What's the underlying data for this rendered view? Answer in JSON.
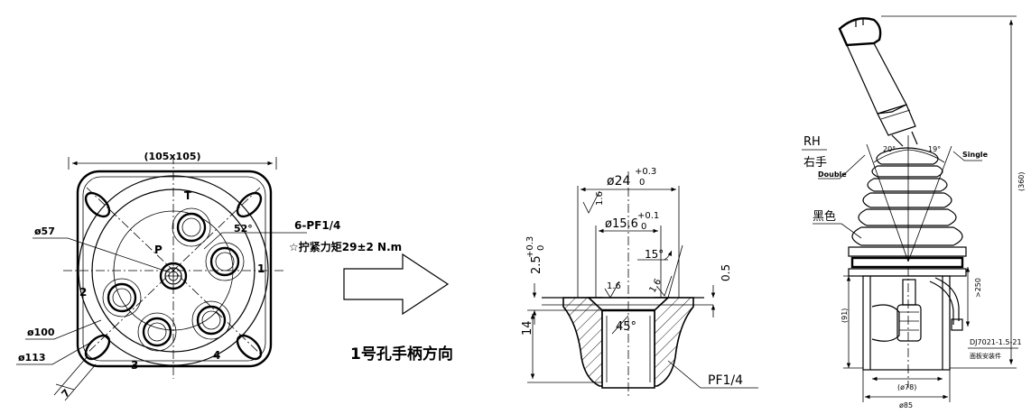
{
  "left_view": {
    "overall_size": "(105x105)",
    "dia_57": "ø57",
    "dia_100": "ø100",
    "dia_113": "ø113",
    "port_T": "T",
    "port_P": "P",
    "port_1": "1",
    "port_2": "2",
    "port_3": "3",
    "port_4": "4",
    "angle_52": "52°",
    "dim_7": "7",
    "port_spec": "6-PF1/4",
    "torque_note": "☆拧紧力矩29±2 N.m"
  },
  "middle": {
    "direction_note": "1号孔手柄方向"
  },
  "section_view": {
    "dia_24": "ø24",
    "dia_24_upper_tol": "+0.3",
    "dia_24_lower_tol": "0",
    "roughness_a": "1.6",
    "dia_15_6": "ø15.6",
    "dia_15_6_upper_tol": "+0.1",
    "dia_15_6_lower_tol": "0",
    "angle_15": "15°",
    "roughness_b": "1.6",
    "roughness_c": "1.6",
    "dim_0_5": "0.5",
    "dim_2_5": "2.5",
    "dim_2_5_upper_tol": "+0.3",
    "dim_2_5_lower_tol": "0",
    "dim_14": "14",
    "angle_45": "45°",
    "thread": "PF1/4"
  },
  "joystick_view": {
    "rh_label": "RH",
    "right_hand": "右手",
    "double_label": "Double",
    "single_label": "Single",
    "angle_20": "20°",
    "angle_19": "19°",
    "black_color": "黑色",
    "height_360": "(360)",
    "dim_250": ">250",
    "dim_91": "(91)",
    "model": "DJ7021-1.5-21",
    "model_sub": "面板安装件",
    "dia_78": "(ø78)",
    "dia_85": "ø85"
  }
}
